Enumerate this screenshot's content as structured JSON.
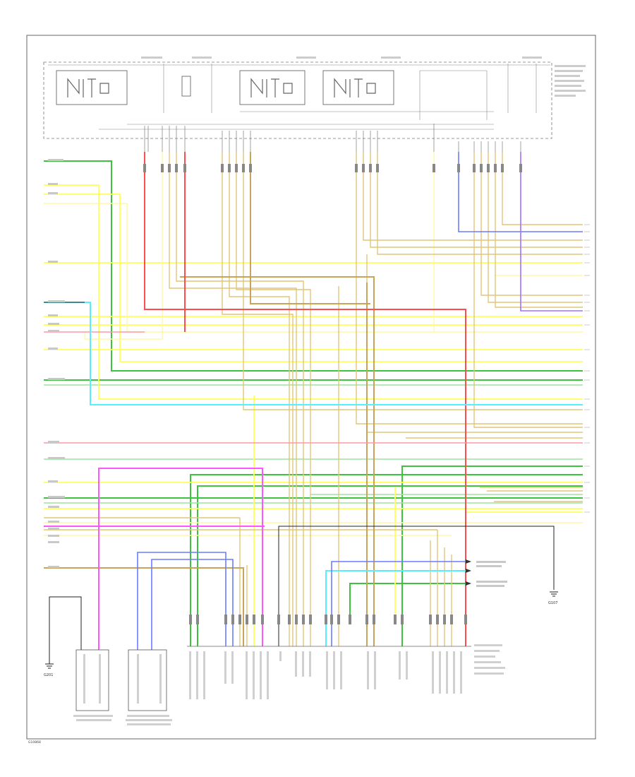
{
  "footer_code": "G10868",
  "ground_labels": [
    "G201",
    "G107"
  ],
  "colors": {
    "green": "#3cc43c",
    "light_green": "#9ee39e",
    "yellow": "#ffff5a",
    "pale_yellow": "#fff7a8",
    "tan": "#e0c67a",
    "brown": "#c8a45a",
    "red": "#ff4d4d",
    "pink": "#ff9aa0",
    "magenta": "#ff55ff",
    "cyan": "#55f0ff",
    "blue": "#6a7cff",
    "violet": "#a070ff",
    "black": "#222222",
    "frame": "#666666"
  }
}
